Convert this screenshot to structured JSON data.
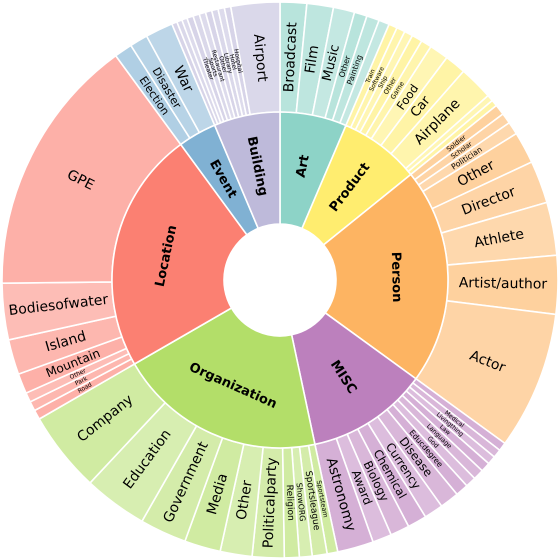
{
  "chart_data": {
    "type": "sunburst",
    "title": "",
    "colors": {
      "Art": "#8dd3c7",
      "Product": "#ffed6f",
      "Person": "#fdb462",
      "MISC": "#bc80bd",
      "Organization": "#b3de69",
      "Location": "#fb8072",
      "Event": "#80b1d3",
      "Building": "#bebada"
    },
    "categories": [
      {
        "name": "Art",
        "children": [
          {
            "name": "Broadcast",
            "value": 2.5
          },
          {
            "name": "Film",
            "value": 2.5
          },
          {
            "name": "Music",
            "value": 2
          },
          {
            "name": "Other",
            "value": 1.2
          },
          {
            "name": "Painting",
            "value": 1.2
          },
          {
            "name": "",
            "value": 1.0
          }
        ]
      },
      {
        "name": "Product",
        "children": [
          {
            "name": "Train",
            "value": 0.8
          },
          {
            "name": "Software",
            "value": 0.8
          },
          {
            "name": "Ship",
            "value": 0.8
          },
          {
            "name": "Other",
            "value": 1
          },
          {
            "name": "Game",
            "value": 1
          },
          {
            "name": "Food",
            "value": 1.8
          },
          {
            "name": "Car",
            "value": 2
          },
          {
            "name": "Airplane",
            "value": 3.2
          },
          {
            "name": "",
            "value": 0.6
          },
          {
            "name": "",
            "value": 0.6
          }
        ]
      },
      {
        "name": "Person",
        "children": [
          {
            "name": "Soldier",
            "value": 1
          },
          {
            "name": "Scholar",
            "value": 1
          },
          {
            "name": "Politician",
            "value": 1.2
          },
          {
            "name": "Other",
            "value": 3
          },
          {
            "name": "Director",
            "value": 4
          },
          {
            "name": "Athlete",
            "value": 5
          },
          {
            "name": "Artist/author",
            "value": 5.5
          },
          {
            "name": "Actor",
            "value": 13
          }
        ]
      },
      {
        "name": "MISC",
        "children": [
          {
            "name": "",
            "value": 0.8
          },
          {
            "name": "Medical",
            "value": 0.8
          },
          {
            "name": "Livingthing",
            "value": 0.8
          },
          {
            "name": "Law",
            "value": 0.9
          },
          {
            "name": "Language",
            "value": 1
          },
          {
            "name": "God",
            "value": 1
          },
          {
            "name": "Educdegree",
            "value": 1.2
          },
          {
            "name": "Disease",
            "value": 1.8
          },
          {
            "name": "Currency",
            "value": 1.8
          },
          {
            "name": "Chemical",
            "value": 1.8
          },
          {
            "name": "Biology",
            "value": 1.8
          },
          {
            "name": "Award",
            "value": 1.8
          },
          {
            "name": "Astronomy",
            "value": 3.4
          }
        ]
      },
      {
        "name": "Organization",
        "children": [
          {
            "name": "Sportsteam",
            "value": 1
          },
          {
            "name": "Sportsleague",
            "value": 1.4
          },
          {
            "name": "ShowORG",
            "value": 1.2
          },
          {
            "name": "Religion",
            "value": 1.4
          },
          {
            "name": "Politicalparty",
            "value": 3
          },
          {
            "name": "Other",
            "value": 3
          },
          {
            "name": "Media",
            "value": 3.4
          },
          {
            "name": "Government",
            "value": 4.4
          },
          {
            "name": "Education",
            "value": 6
          },
          {
            "name": "Company",
            "value": 7.6
          }
        ]
      },
      {
        "name": "Location",
        "children": [
          {
            "name": "Road",
            "value": 0.9
          },
          {
            "name": "Park",
            "value": 0.9
          },
          {
            "name": "Other",
            "value": 0.9
          },
          {
            "name": "Mountain",
            "value": 1.9
          },
          {
            "name": "Island",
            "value": 3.3
          },
          {
            "name": "Bodiesofwater",
            "value": 5.3
          },
          {
            "name": "GPE",
            "value": 24.5
          }
        ]
      },
      {
        "name": "Event",
        "children": [
          {
            "name": "Election",
            "value": 1.7
          },
          {
            "name": "Disaster",
            "value": 1.7
          },
          {
            "name": "War",
            "value": 2.6
          }
        ]
      },
      {
        "name": "Building",
        "children": [
          {
            "name": "",
            "value": 0.5
          },
          {
            "name": "",
            "value": 0.5
          },
          {
            "name": "",
            "value": 0.5
          },
          {
            "name": "Theater",
            "value": 0.6
          },
          {
            "name": "Sports",
            "value": 0.6
          },
          {
            "name": "Restaurant",
            "value": 0.6
          },
          {
            "name": "Other",
            "value": 0.6
          },
          {
            "name": "Library",
            "value": 0.6
          },
          {
            "name": "Hotel",
            "value": 0.6
          },
          {
            "name": "Hospital",
            "value": 0.6
          },
          {
            "name": "Airport",
            "value": 4.6
          }
        ]
      }
    ]
  }
}
